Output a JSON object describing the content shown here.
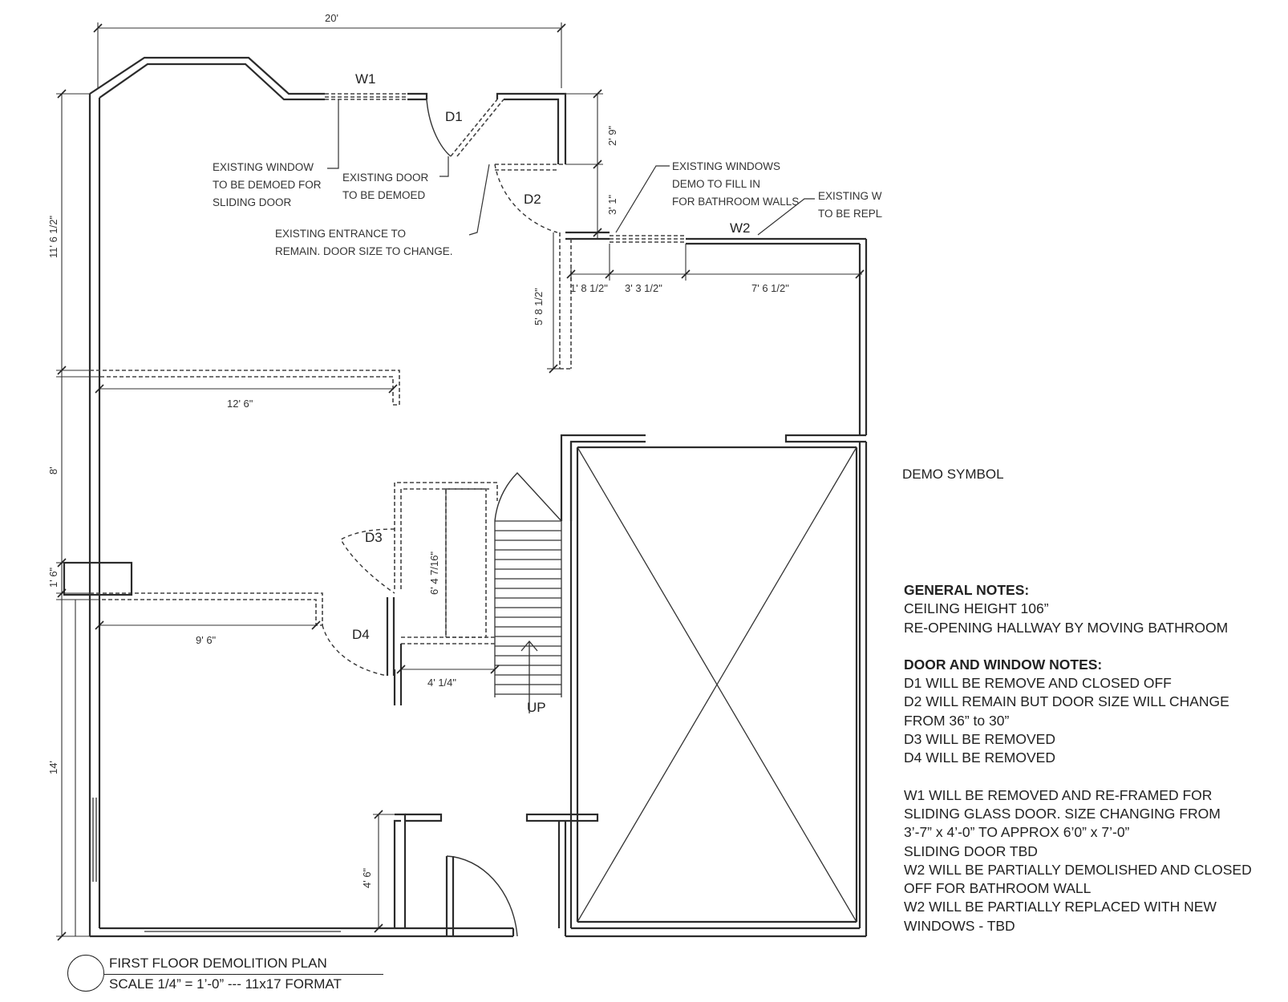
{
  "plan": {
    "overall_dimension": "20'",
    "dimensions": {
      "left_upper": "11' 6 1/2\"",
      "left_mid": "8'",
      "left_small": "1' 6\"",
      "left_lower": "14'",
      "d1_opening": "2' 9\"",
      "d2_opening": "3' 1\"",
      "bath_left": "5' 8 1/2\"",
      "bath_seg1": "1' 8 1/2\"",
      "bath_seg2": "3' 3 1/2\"",
      "bath_seg3": "7' 6 1/2\"",
      "wall_12": "12' 6\"",
      "wall_9": "9' 6\"",
      "closet": "6' 4 7/16\"",
      "hall": "4' 1/4\"",
      "entry": "4' 6\""
    },
    "tags": {
      "w1": "W1",
      "w2": "W2",
      "d1": "D1",
      "d2": "D2",
      "d3": "D3",
      "d4": "D4",
      "up": "UP"
    },
    "callouts": {
      "w1_line1": "EXISTING WINDOW",
      "w1_line2": "TO BE DEMOED FOR",
      "w1_line3": "SLIDING DOOR",
      "d1_line1": "EXISTING DOOR",
      "d1_line2": "TO BE DEMOED",
      "d2_line1": "EXISTING ENTRANCE TO",
      "d2_line2": "REMAIN. DOOR SIZE TO CHANGE.",
      "win_fill_line1": "EXISTING WINDOWS",
      "win_fill_line2": "DEMO TO FILL IN",
      "win_fill_line3": "FOR BATHROOM WALLS",
      "w2_line1": "EXISTING WINDOWS DEMO",
      "w2_line2": "TO BE REPLACED"
    }
  },
  "legend": {
    "label": "DEMO SYMBOL"
  },
  "notes": {
    "general_header": "GENERAL NOTES:",
    "general_1": "CEILING HEIGHT 106”",
    "general_2": "RE-OPENING HALLWAY BY MOVING BATHROOM",
    "dw_header": "DOOR AND WINDOW NOTES:",
    "dw_1": "D1 WILL BE REMOVE AND CLOSED OFF",
    "dw_2": "D2 WILL REMAIN BUT DOOR SIZE WILL CHANGE",
    "dw_3": "FROM 36” to 30”",
    "dw_4": "D3 WILL BE REMOVED",
    "dw_5": "D4 WILL BE REMOVED",
    "w_1": "W1 WILL BE REMOVED AND RE-FRAMED FOR",
    "w_2": "SLIDING GLASS DOOR. SIZE CHANGING FROM",
    "w_3": "3’-7” x 4’-0” TO APPROX 6’0” x 7’-0”",
    "w_4": "SLIDING DOOR TBD",
    "w_5": "W2 WILL BE PARTIALLY DEMOLISHED AND CLOSED",
    "w_6": "OFF FOR BATHROOM WALL",
    "w_7": "W2 WILL BE PARTIALLY REPLACED WITH NEW",
    "w_8": "WINDOWS - TBD"
  },
  "title": {
    "line1": "FIRST FLOOR DEMOLITION PLAN",
    "line2": "SCALE 1/4” = 1’-0” --- 11x17 FORMAT"
  }
}
